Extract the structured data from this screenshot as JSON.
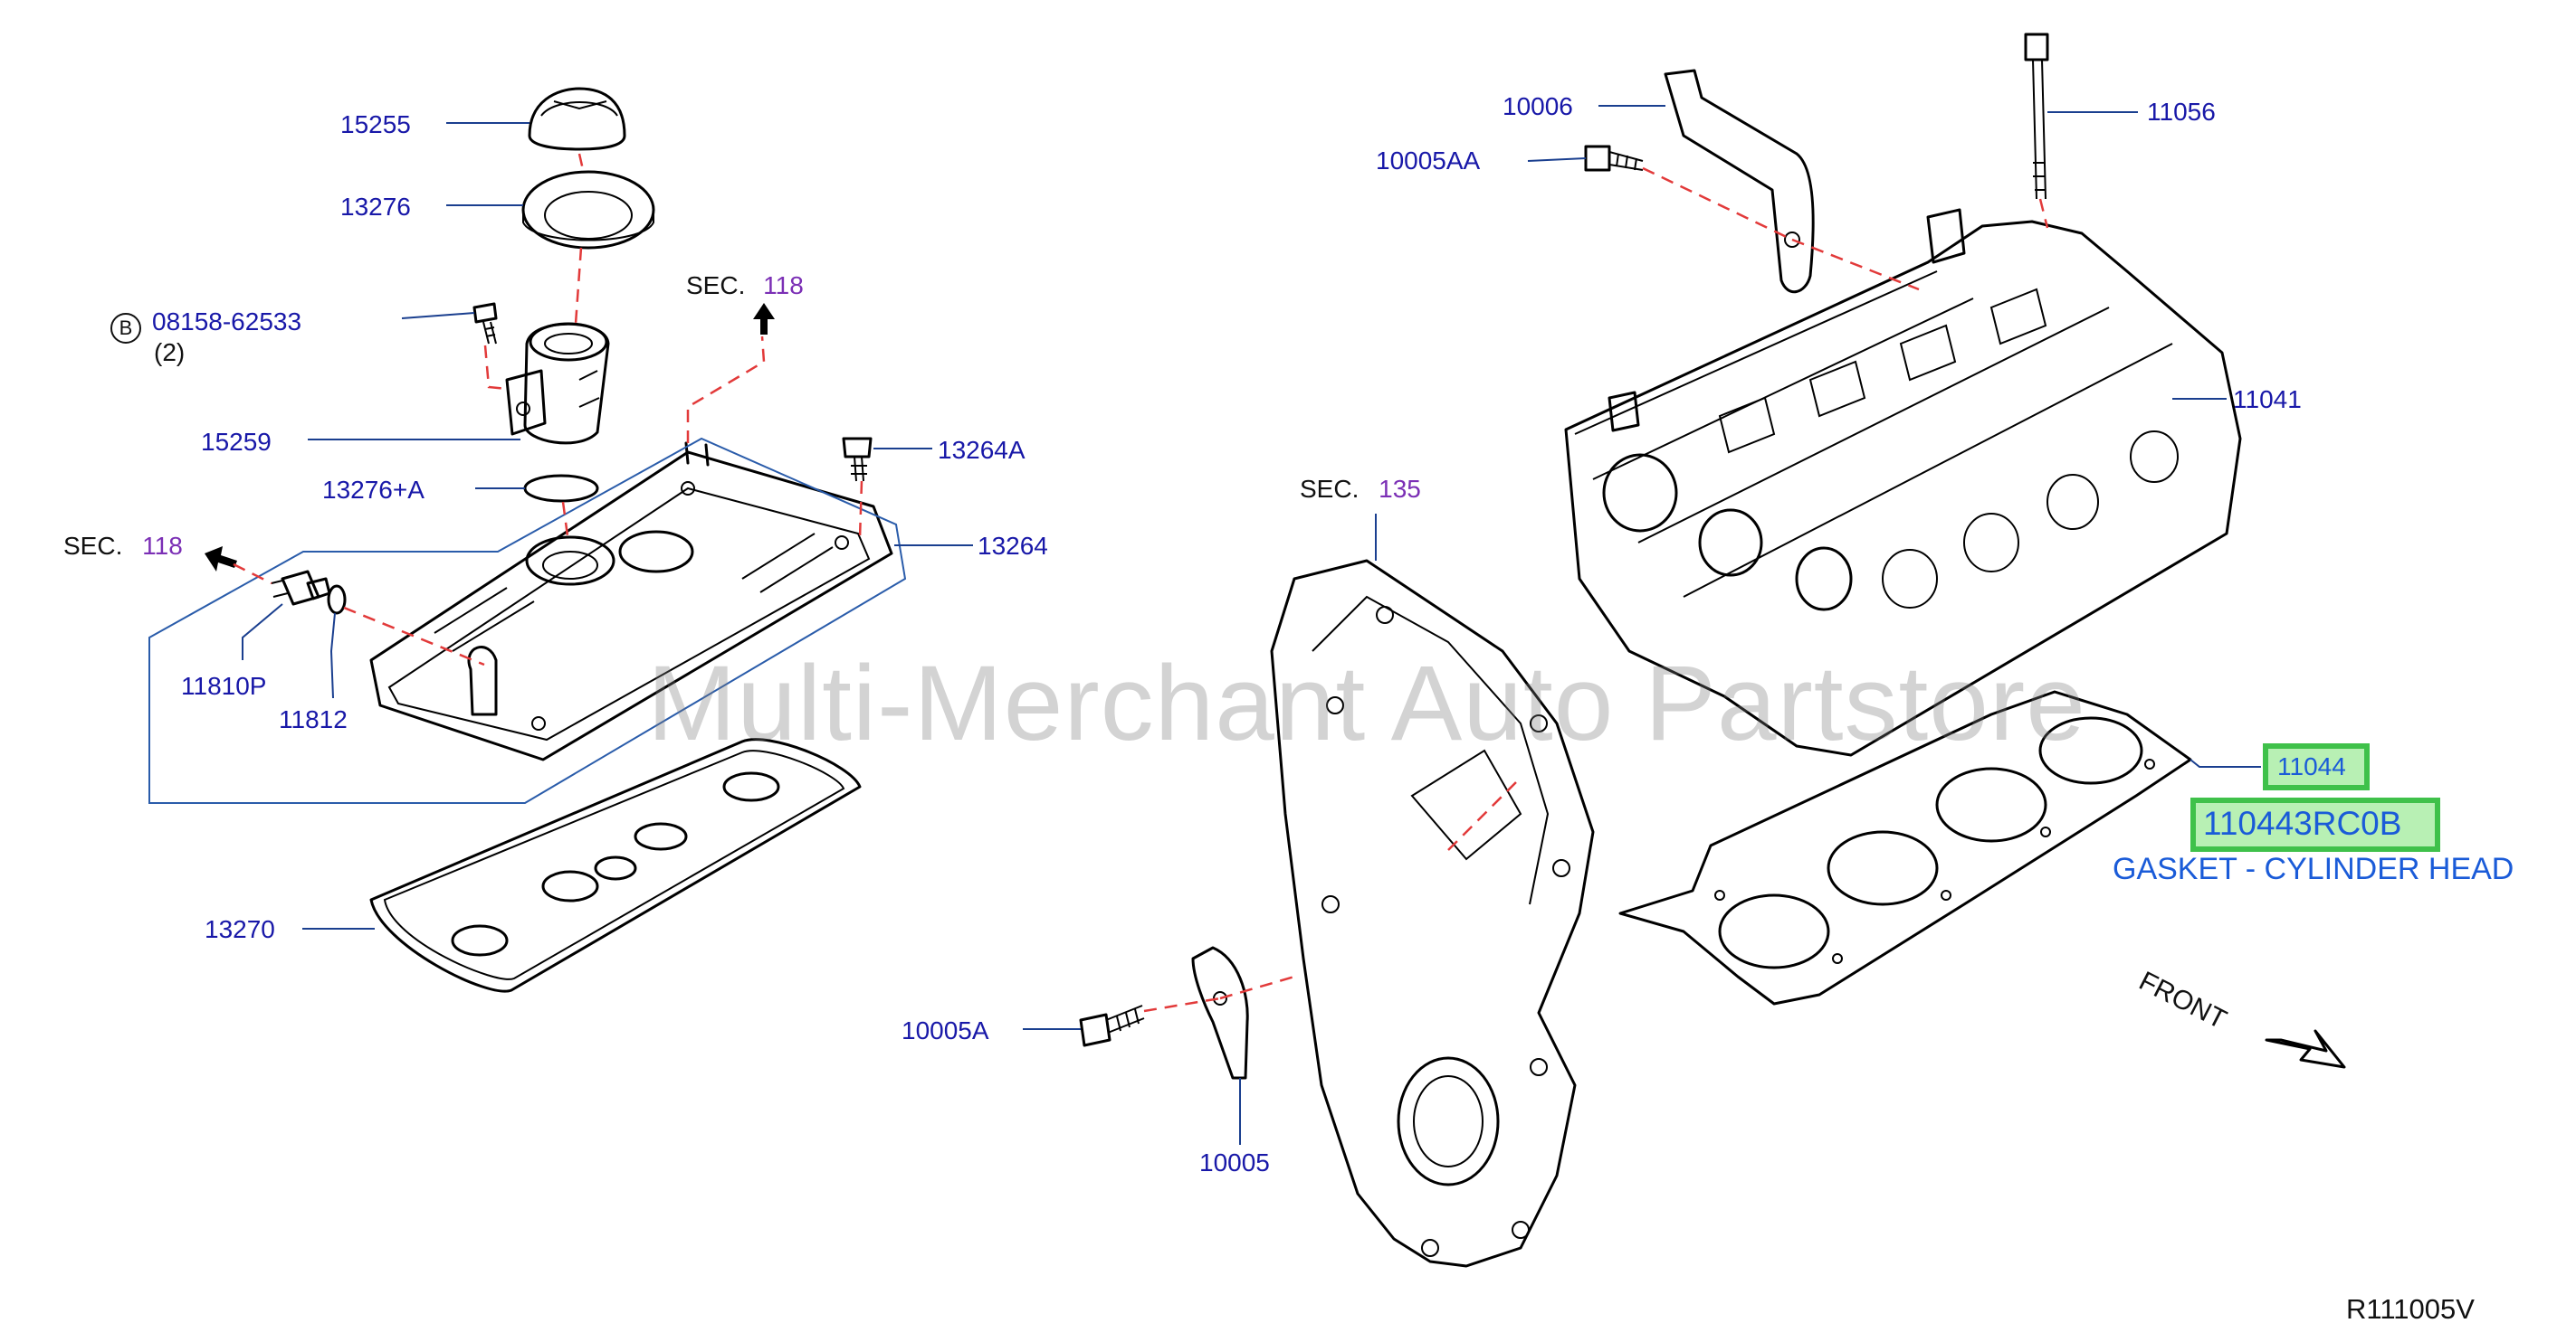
{
  "labels": {
    "p15255": "15255",
    "p13276": "13276",
    "p08158": "08158-62533",
    "p08158_qty": "(2)",
    "p15259": "15259",
    "p13276a": "13276+A",
    "p13264a": "13264A",
    "p13264": "13264",
    "p11810p": "11810P",
    "p11812": "11812",
    "p13270": "13270",
    "p10005a": "10005A",
    "p10005": "10005",
    "p10006": "10006",
    "p10005aa": "10005AA",
    "p11056": "11056",
    "p11041": "11041",
    "p11044": "11044",
    "p110443rc0b": "110443RC0B",
    "gasket_desc": "GASKET - CYLINDER HEAD",
    "front": "FRONT",
    "ref_code": "R111005V",
    "circle_b": "B"
  },
  "sections": [
    {
      "prefix": "SEC.",
      "number": "118"
    },
    {
      "prefix": "SEC.",
      "number": "118"
    },
    {
      "prefix": "SEC.",
      "number": "135"
    }
  ],
  "watermark": "Multi-Merchant Auto Partstore",
  "colors": {
    "part_number": "#1818a8",
    "section_number": "#7b2fb5",
    "highlight_border": "#3fc14a",
    "highlight_fill": "#b8f0b4",
    "highlight_text": "#1a5bd8",
    "dashed_line": "#e23a3a",
    "leader_line": "#1a3f8f"
  }
}
